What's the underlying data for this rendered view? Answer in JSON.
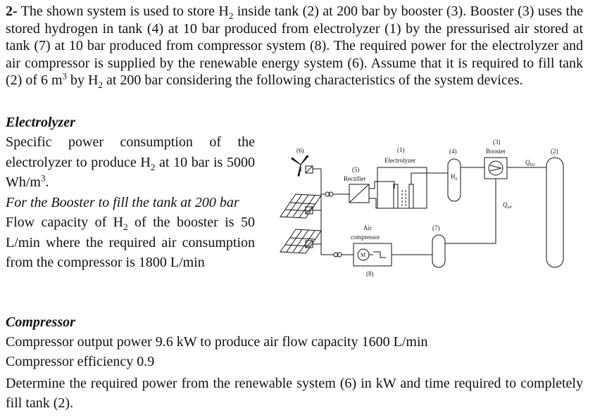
{
  "problem": {
    "number": "2-",
    "intro_a": " The shown system is used to store H",
    "intro_b": " inside tank (2) at 200 bar by booster (3). Booster (3) uses the stored hydrogen in tank (4) at 10 bar produced from electrolyzer (1) by the pressurised air stored at tank (7) at 10 bar produced from compressor system (8). The required power for the electrolyzer and air compressor is supplied by the renewable energy system (6). Assume that it is required to fill tank (2) of 6 m",
    "intro_c": " by H",
    "intro_d": " at 200 bar considering the following characteristics of the system devices.",
    "sub2": "2",
    "sup3": "3"
  },
  "electrolyzer": {
    "heading": "Electrolyzer",
    "text_a": "Specific power consumption of the electrolyzer to produce H",
    "text_b": " at 10 bar is 5000 Wh/m",
    "text_c": "."
  },
  "booster": {
    "heading": "For the Booster to fill the tank at 200 bar",
    "text_a": "Flow capacity of H",
    "text_b": " of the booster is 50 L/min where the required air consumption from the compressor is 1800 L/min"
  },
  "compressor": {
    "heading": "Compressor",
    "line1": "Compressor output power 9.6 kW to produce air flow capacity 1600 L/min",
    "line2": "Compressor efficiency 0.9"
  },
  "question": "Determine the required power from the renewable system (6) in kW and time required to completely fill tank (2).",
  "diagram": {
    "label_6": "(6)",
    "label_1": "(1)",
    "label_electrolyzer": "Electrolyzer",
    "label_5": "(5)",
    "label_rectifier": "Rectifier",
    "label_4": "(4)",
    "label_h2_tank": "H",
    "label_h2_sub": "2",
    "label_3": "(3)",
    "label_booster": "Booster",
    "label_2": "(2)",
    "label_qh2": "Q",
    "label_qh2_sub": "H2",
    "label_qair": "Q",
    "label_qair_sub": "air",
    "label_air": "Air",
    "label_compressor": "compressor",
    "label_7": "(7)",
    "label_8": "(8)",
    "label_motor": "M"
  }
}
